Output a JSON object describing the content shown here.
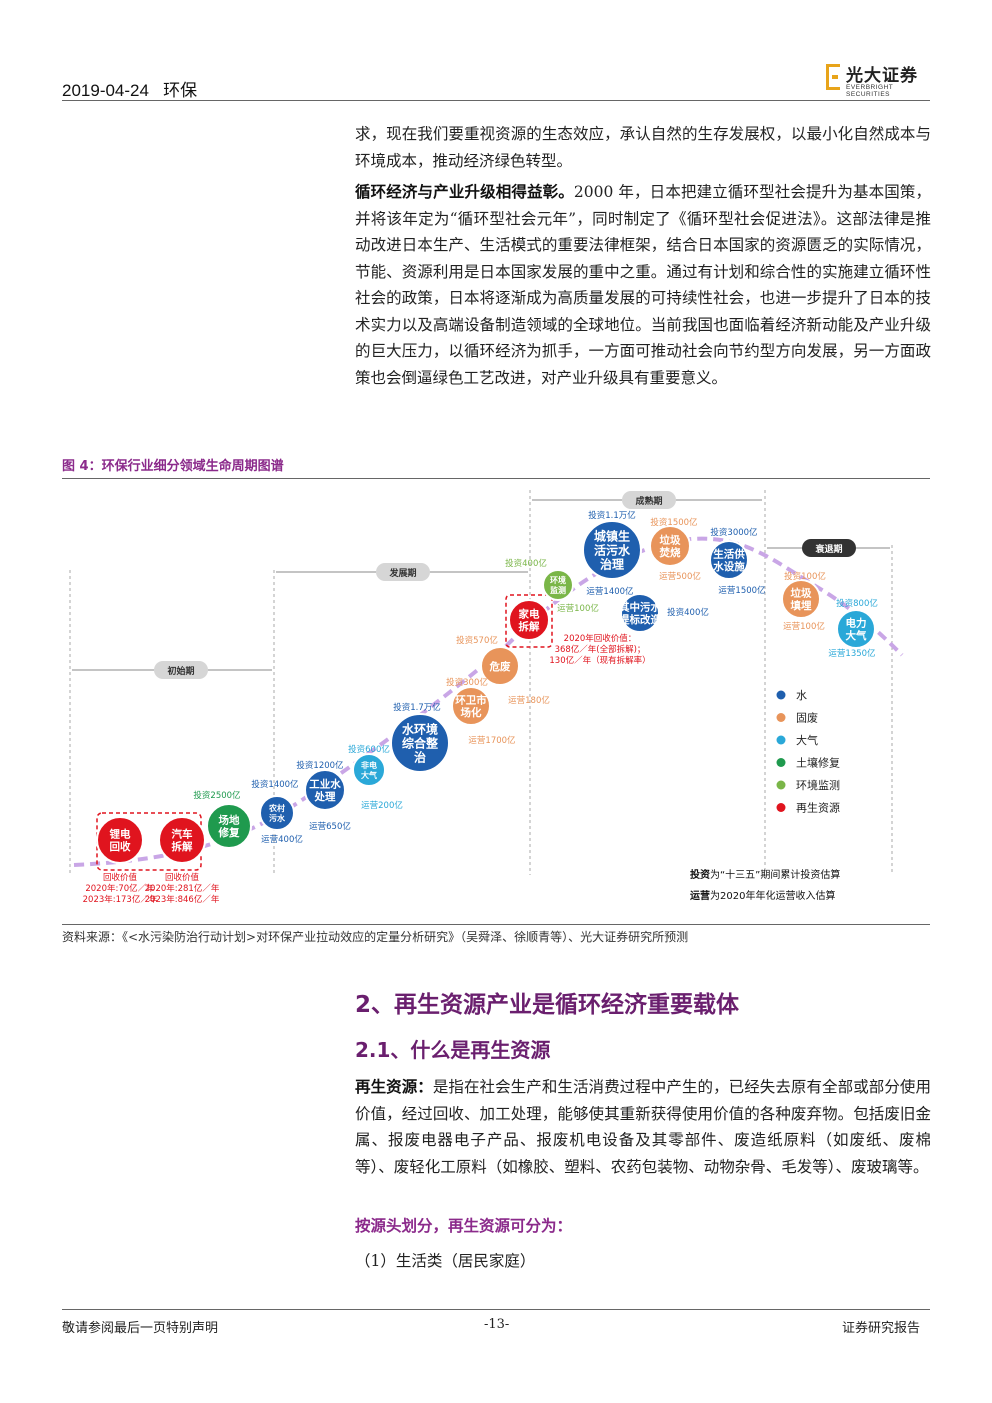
{
  "header": {
    "date": "2019-04-24",
    "section": "环保",
    "logo_cn": "光大证券",
    "logo_en": "EVERBRIGHT SECURITIES"
  },
  "body": {
    "p1": "求，现在我们要重视资源的生态效应，承认自然的生存发展权，以最小化自然成本与环境成本，推动经济绿色转型。",
    "p2_bold": "循环经济与产业升级相得益彰。",
    "p2": "2000 年，日本把建立循环型社会提升为基本国策，并将该年定为“循环型社会元年”，同时制定了《循环型社会促进法》。这部法律是推动改进日本生产、生活模式的重要法律框架，结合日本国家的资源匮乏的实际情况，节能、资源利用是日本国家发展的重中之重。通过有计划和综合性的实施建立循环性社会的政策，日本将逐渐成为高质量发展的可持续性社会，也进一步提升了日本的技术实力以及高端设备制造领域的全球地位。当前我国也面临着经济新动能及产业升级的巨大压力，以循环经济为抓手，一方面可推动社会向节约型方向发展，另一方面政策也会倒逼绿色工艺改进，对产业升级具有重要意义。"
  },
  "figure": {
    "title": "图 4：环保行业细分领域生命周期图谱",
    "source": "资料来源：《<水污染防治行动计划>对环保产业拉动效应的定量分析研究》（吴舜泽、徐顺青等）、光大证券研究所预测",
    "phases": [
      "初始期",
      "发展期",
      "成熟期",
      "衰退期"
    ],
    "colors": {
      "water": "#1f5fae",
      "solid": "#e8945a",
      "air": "#2aa8d8",
      "soil": "#1f9a4e",
      "monitor": "#7ab648",
      "recycle": "#e0141e",
      "curve": "#c9a6e6"
    },
    "legend": [
      "水",
      "固废",
      "大气",
      "土壤修复",
      "环境监测",
      "再生资源"
    ],
    "nodes": [
      {
        "name": "锂电\n回收",
        "type": "recycle"
      },
      {
        "name": "汽车\n拆解",
        "type": "recycle"
      },
      {
        "name": "场地\n修复",
        "type": "soil"
      },
      {
        "name": "农村\n污水",
        "type": "water"
      },
      {
        "name": "工业水\n处理",
        "type": "water"
      },
      {
        "name": "非电\n大气",
        "type": "air"
      },
      {
        "name": "水环境\n综合整\n治",
        "type": "water"
      },
      {
        "name": "环卫市\n场化",
        "type": "solid"
      },
      {
        "name": "危废",
        "type": "solid"
      },
      {
        "name": "家电\n拆解",
        "type": "recycle"
      },
      {
        "name": "环境\n监测",
        "type": "monitor"
      },
      {
        "name": "城镇生\n活污水\n治理",
        "type": "water"
      },
      {
        "name": "其中污水\n提标改造",
        "type": "water"
      },
      {
        "name": "垃圾\n焚烧",
        "type": "solid"
      },
      {
        "name": "生活供\n水设施",
        "type": "water"
      },
      {
        "name": "垃圾\n填埋",
        "type": "solid"
      },
      {
        "name": "电力\n大气",
        "type": "air"
      }
    ],
    "labels": {
      "n0_a": "回收价值",
      "n0_b": "2020年:70亿／年",
      "n0_c": "2023年:173亿／年",
      "n1_a": "回收价值",
      "n1_b": "2020年:281亿／年",
      "n1_c": "2023年:846亿／年",
      "n2_inv": "投资2500亿",
      "n3_inv": "投资1400亿",
      "n3_op": "运营400亿",
      "n4_inv": "投资1200亿",
      "n4_op": "运营650亿",
      "n5_inv": "投资600亿",
      "n5_op": "运营200亿",
      "n6_inv": "投资1.7万亿",
      "n7_inv": "投资300亿",
      "n7_op": "运营1700亿",
      "n8_inv": "投资570亿",
      "n8_op": "运营180亿",
      "n9_a": "2020年回收价值：",
      "n9_b": "368亿／年(全部拆解)；",
      "n9_c": "130亿／年（现有拆解率）",
      "n10_inv": "投资400亿",
      "n10_op": "运营100亿",
      "n11_inv": "投资1.1万亿",
      "n11_op": "运营1400亿",
      "n12_inv": "投资400亿",
      "n13_inv": "投资1500亿",
      "n13_op": "运营500亿",
      "n14_inv": "投资3000亿",
      "n14_op": "运营1500亿",
      "n15_inv": "投资100亿",
      "n15_op": "运营100亿",
      "n16_inv": "投资800亿",
      "n16_op": "运营1350亿"
    },
    "notes": {
      "inv_bold": "投资",
      "inv": "为“十三五”期间累计投资估算",
      "op_bold": "运营",
      "op": "为2020年年化运营收入估算"
    }
  },
  "section2": {
    "h2": "2、再生资源产业是循环经济重要载体",
    "h3": "2.1、什么是再生资源",
    "p_bold": "再生资源：",
    "p": "是指在社会生产和生活消费过程中产生的，已经失去原有全部或部分使用价值，经过回收、加工处理，能够使其重新获得使用价值的各种废弃物。包括废旧金属、报废电器电子产品、报废机电设备及其零部件、废造纸原料（如废纸、废棉等）、废轻化工原料（如橡胶、塑料、农药包装物、动物杂骨、毛发等）、废玻璃等。",
    "sub": "按源头划分，再生资源可分为：",
    "item": "（1）生活类（居民家庭）"
  },
  "footer": {
    "left": "敬请参阅最后一页特别声明",
    "center": "-13-",
    "right": "证券研究报告"
  }
}
